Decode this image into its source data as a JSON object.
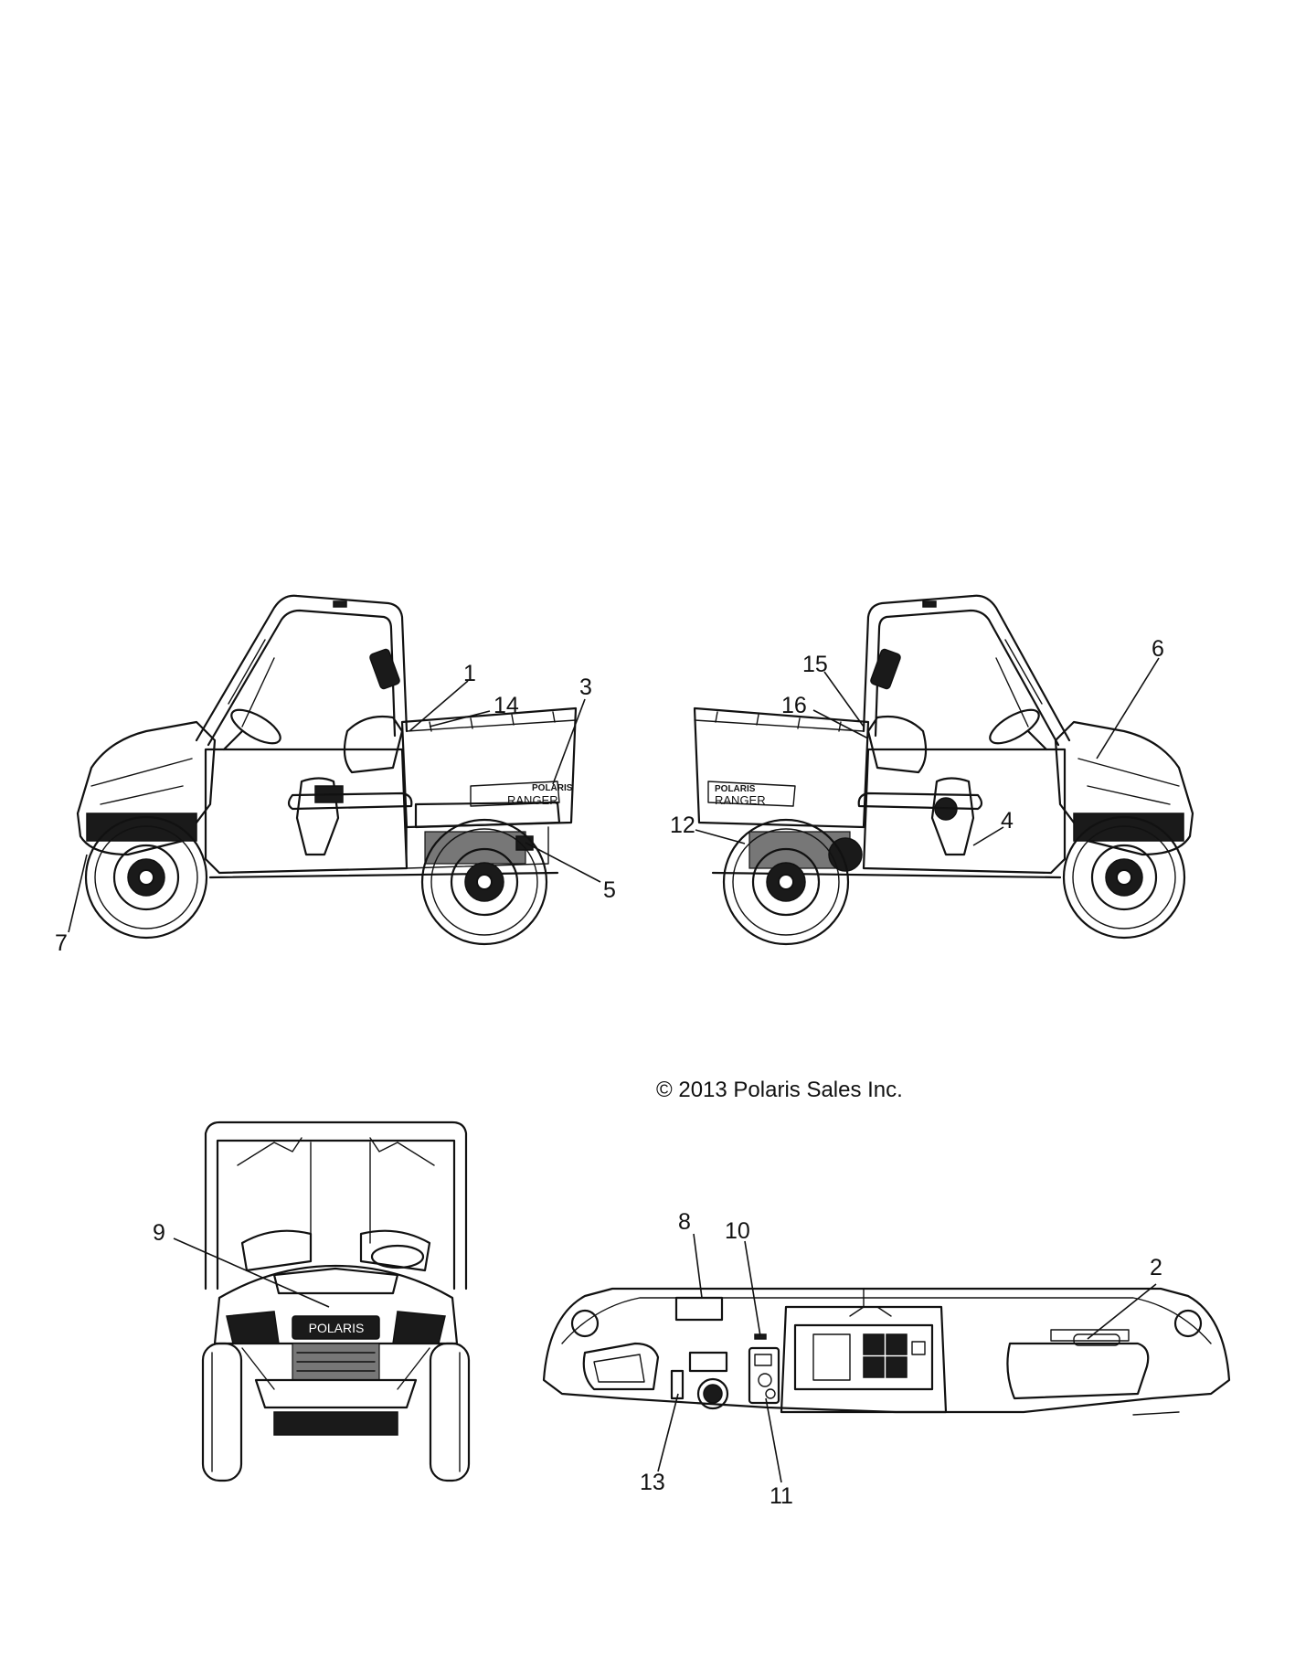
{
  "copyright": "© 2013 Polaris Sales Inc.",
  "decal_text": {
    "brand": "POLARIS",
    "model": "RANGER"
  },
  "callouts": {
    "c1": "1",
    "c2": "2",
    "c3": "3",
    "c4": "4",
    "c5": "5",
    "c6": "6",
    "c7": "7",
    "c8": "8",
    "c9": "9",
    "c10": "10",
    "c11": "11",
    "c12": "12",
    "c13": "13",
    "c14": "14",
    "c15": "15",
    "c16": "16"
  }
}
